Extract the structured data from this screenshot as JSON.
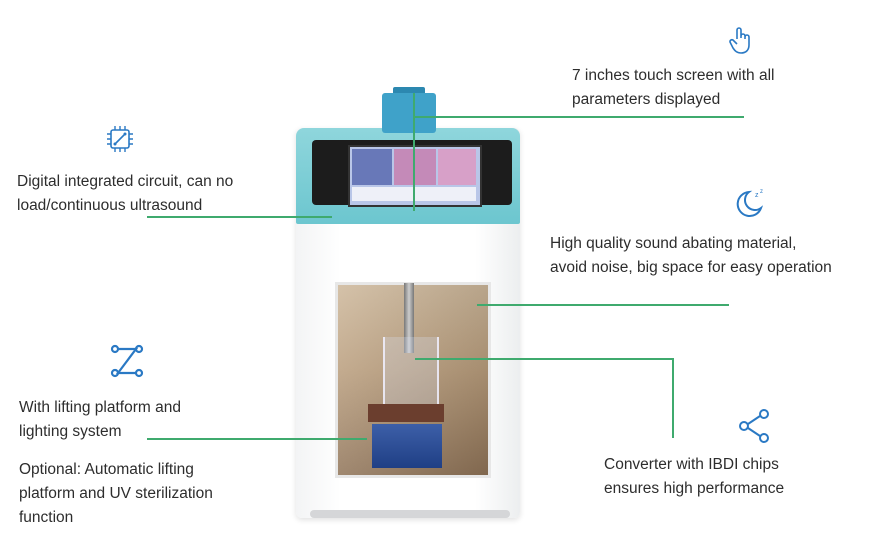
{
  "colors": {
    "accent_line": "#3faa6e",
    "icon_blue": "#2a79c4",
    "machine_teal": "#7dcfd6"
  },
  "features": [
    {
      "icon": "hand-pointer-icon",
      "lines": [
        "7 inches touch screen with all",
        "parameters displayed"
      ]
    },
    {
      "icon": "circuit-chip-icon",
      "lines": [
        "Digital integrated circuit,  can no",
        "load/continuous ultrasound"
      ]
    },
    {
      "icon": "moon-sleep-icon",
      "lines": [
        "High quality sound abating material,",
        "avoid noise, big space for easy operation"
      ]
    },
    {
      "icon": "flow-connector-icon",
      "lines": [
        "With lifting platform and",
        "lighting system"
      ]
    },
    {
      "icon": "share-nodes-icon",
      "lines": [
        "Converter with IBDI chips",
        "ensures high performance"
      ]
    }
  ],
  "optional": {
    "lines": [
      "Optional: Automatic lifting",
      "platform and UV sterilization",
      "function"
    ]
  }
}
